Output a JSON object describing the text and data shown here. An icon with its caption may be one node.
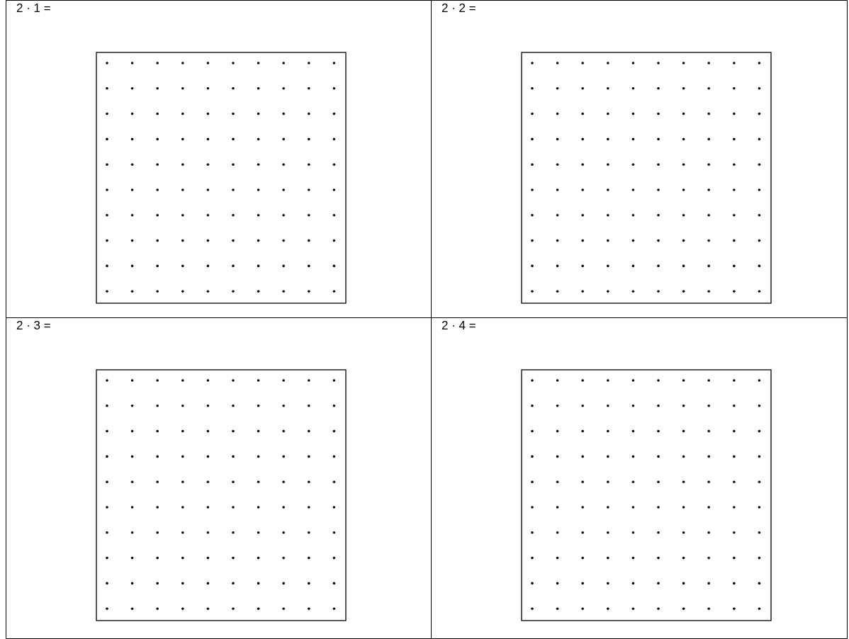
{
  "diagram": {
    "labels": [
      "2 · 1 =",
      "2 · 2 =",
      "2 · 3 =",
      "2 · 4 ="
    ]
  }
}
